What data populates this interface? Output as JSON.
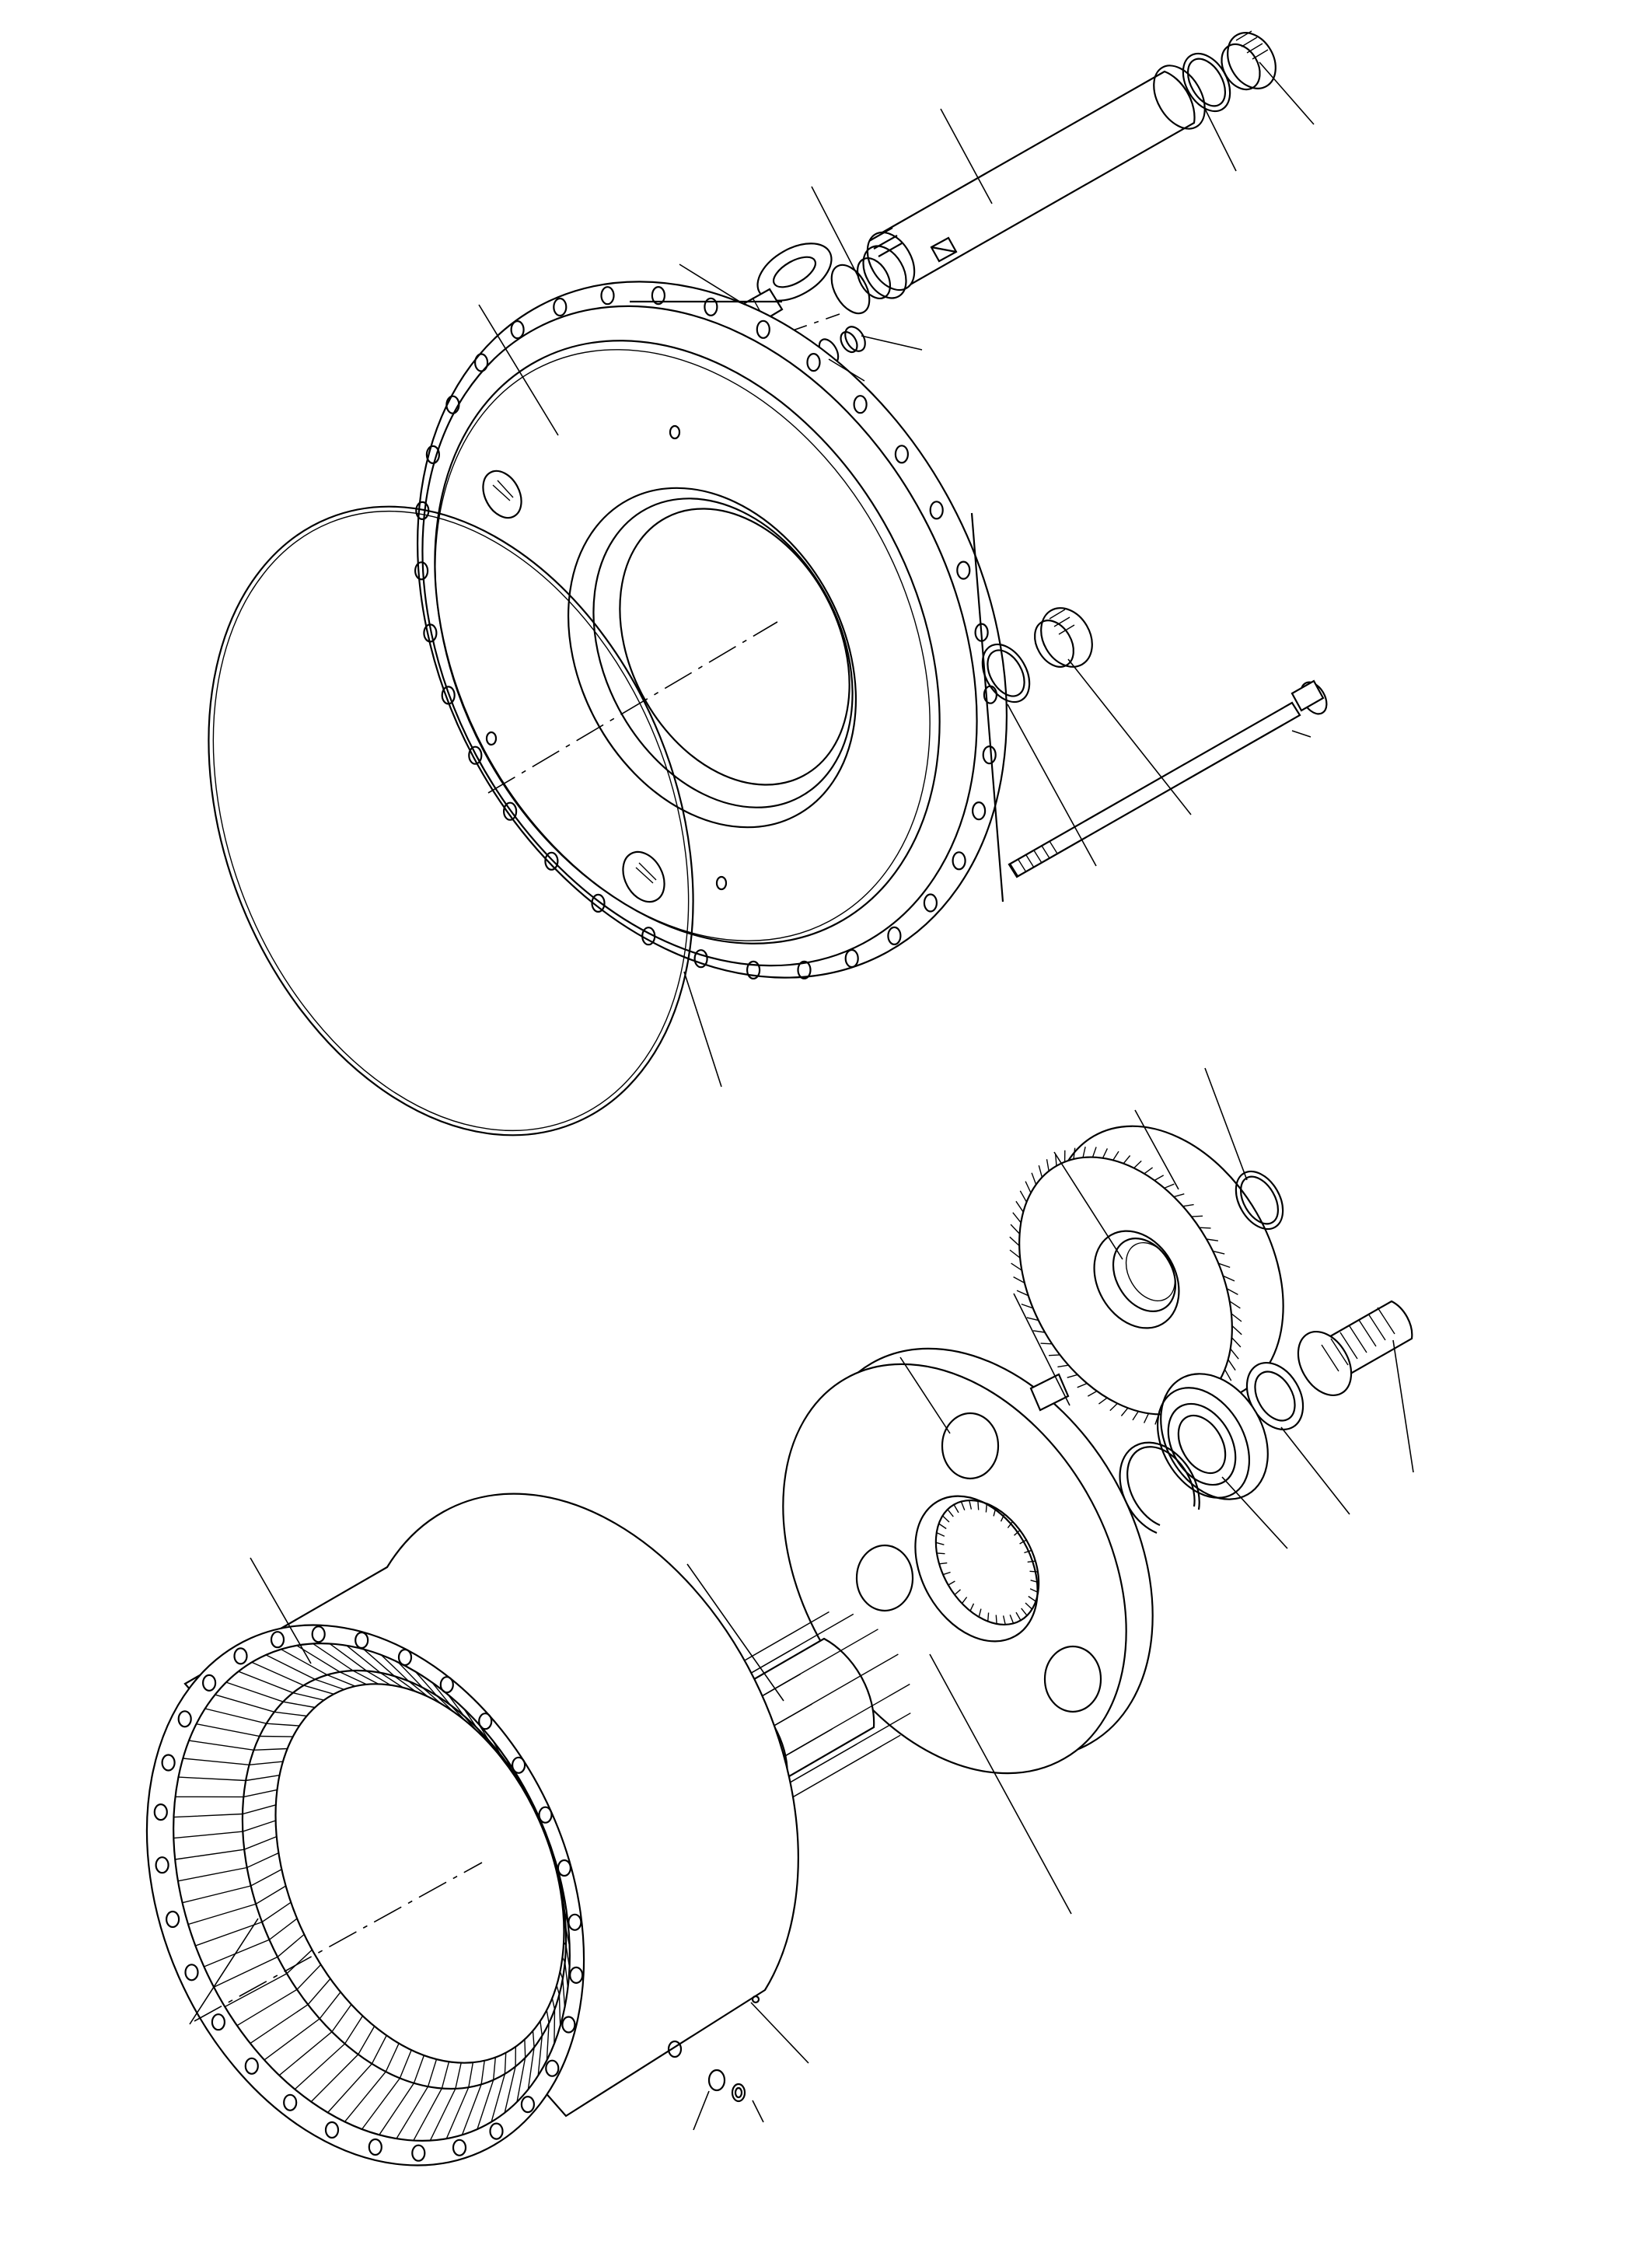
{
  "diagram": {
    "parts": [
      {
        "id": "plug-top",
        "icon": "threaded-plug-icon"
      },
      {
        "id": "o-ring-top",
        "icon": "o-ring-icon"
      },
      {
        "id": "shaft",
        "icon": "shaft-icon"
      },
      {
        "id": "plug-shaft-end",
        "icon": "threaded-plug-icon"
      },
      {
        "id": "eye-bolt",
        "icon": "eye-bolt-icon"
      },
      {
        "id": "small-plug",
        "icon": "threaded-plug-icon"
      },
      {
        "id": "cover-flange",
        "icon": "flange-icon"
      },
      {
        "id": "gasket-ring",
        "icon": "gasket-icon"
      },
      {
        "id": "side-plug",
        "icon": "threaded-plug-icon"
      },
      {
        "id": "side-o-ring",
        "icon": "o-ring-icon"
      },
      {
        "id": "long-bolt",
        "icon": "bolt-icon"
      },
      {
        "id": "planet-gear",
        "icon": "gear-icon"
      },
      {
        "id": "snap-ring-right",
        "icon": "snap-ring-icon"
      },
      {
        "id": "needle-bearing",
        "icon": "bearing-icon"
      },
      {
        "id": "planet-carrier",
        "icon": "carrier-icon"
      },
      {
        "id": "ball-bearing",
        "icon": "bearing-icon"
      },
      {
        "id": "thrust-washer",
        "icon": "washer-icon"
      },
      {
        "id": "snap-ring-left",
        "icon": "snap-ring-icon"
      },
      {
        "id": "pinion-shaft",
        "icon": "pinion-icon"
      },
      {
        "id": "sun-gear",
        "icon": "gear-icon"
      },
      {
        "id": "ring-gear-housing",
        "icon": "ring-gear-icon"
      },
      {
        "id": "drain-plug",
        "icon": "threaded-plug-icon"
      },
      {
        "id": "washer-small",
        "icon": "washer-icon"
      }
    ]
  }
}
